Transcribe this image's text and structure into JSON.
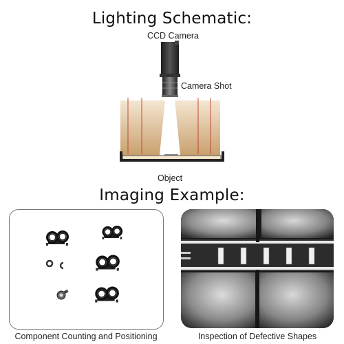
{
  "schematic": {
    "title": "Lighting Schematic:",
    "camera_label": "CCD Camera",
    "lens_label": "Camera Shot",
    "object_label": "Object"
  },
  "imaging": {
    "title": "Imaging Example:",
    "left_caption": "Component Counting and Positioning",
    "right_caption": "Inspection of Defective Shapes"
  },
  "colors": {
    "light_tan": "#d8b78c",
    "light_red_ray": "#c0392b",
    "camera_body": "#2b2b2b",
    "panel_border": "#777777"
  }
}
